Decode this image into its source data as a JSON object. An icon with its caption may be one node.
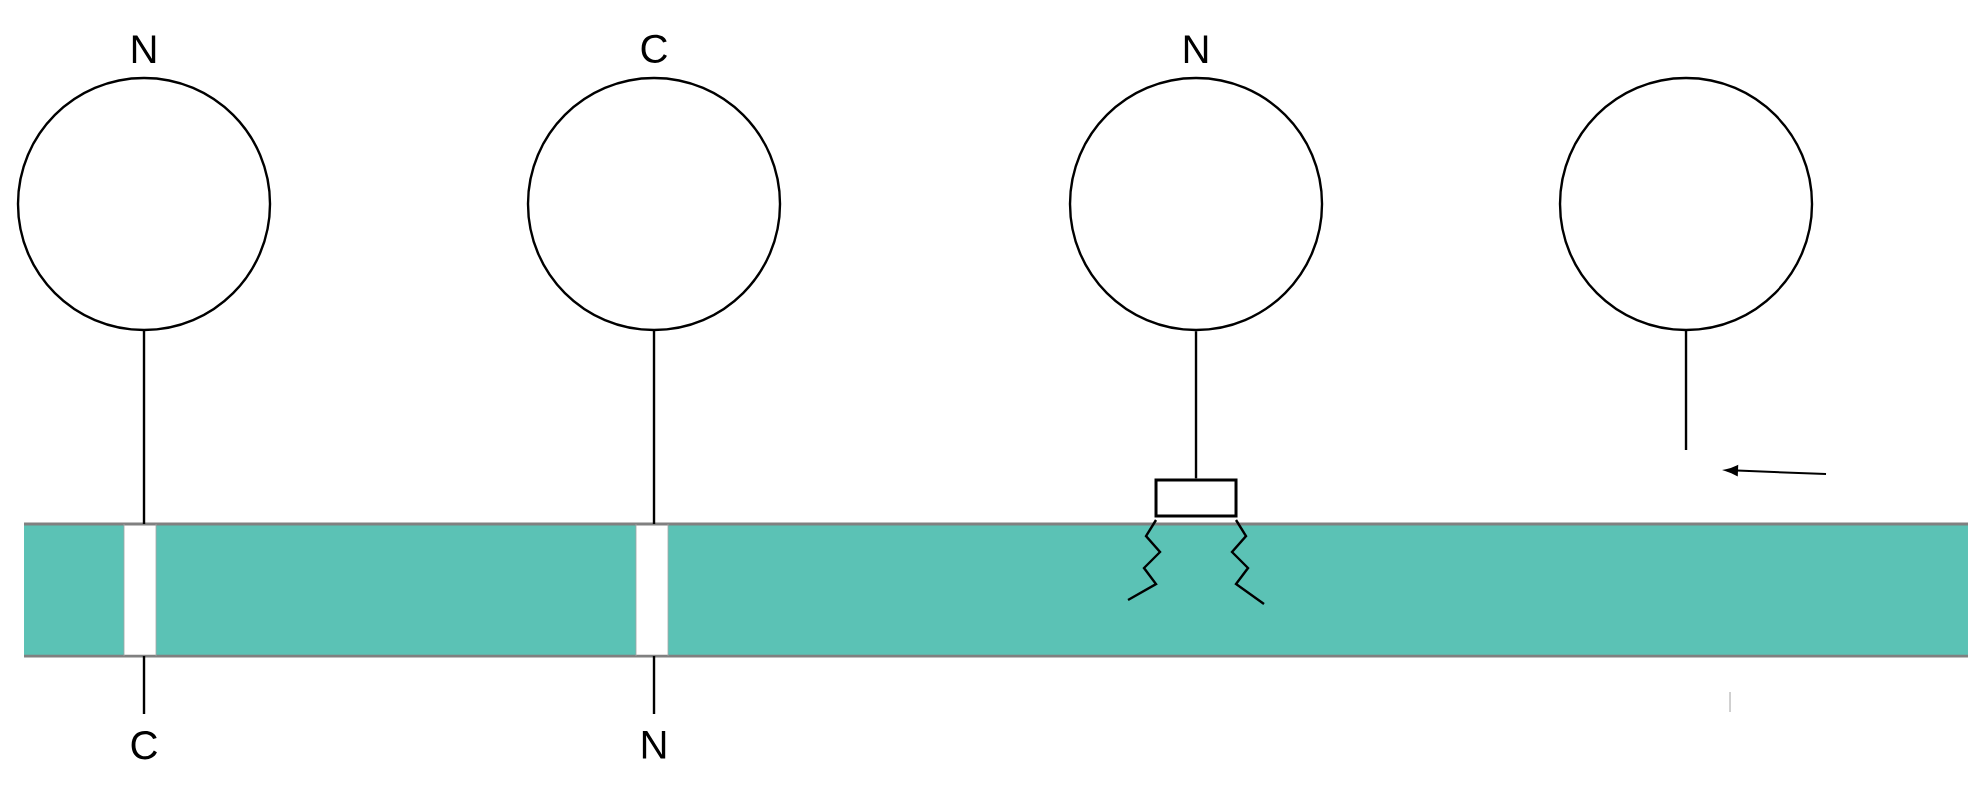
{
  "diagram": {
    "nodes": [
      {
        "text": [
          "N"
        ]
      },
      {
        "text": [
          "C"
        ]
      },
      {
        "text": [
          "N"
        ]
      },
      {
        "text": [],
        "shape": "circle"
      },
      {
        "text": [],
        "shape": "box"
      }
    ],
    "edges": [
      {
        "from": 2,
        "to": 4,
        "arrow": "none"
      }
    ],
    "labels": [
      "C",
      "N"
    ]
  }
}
